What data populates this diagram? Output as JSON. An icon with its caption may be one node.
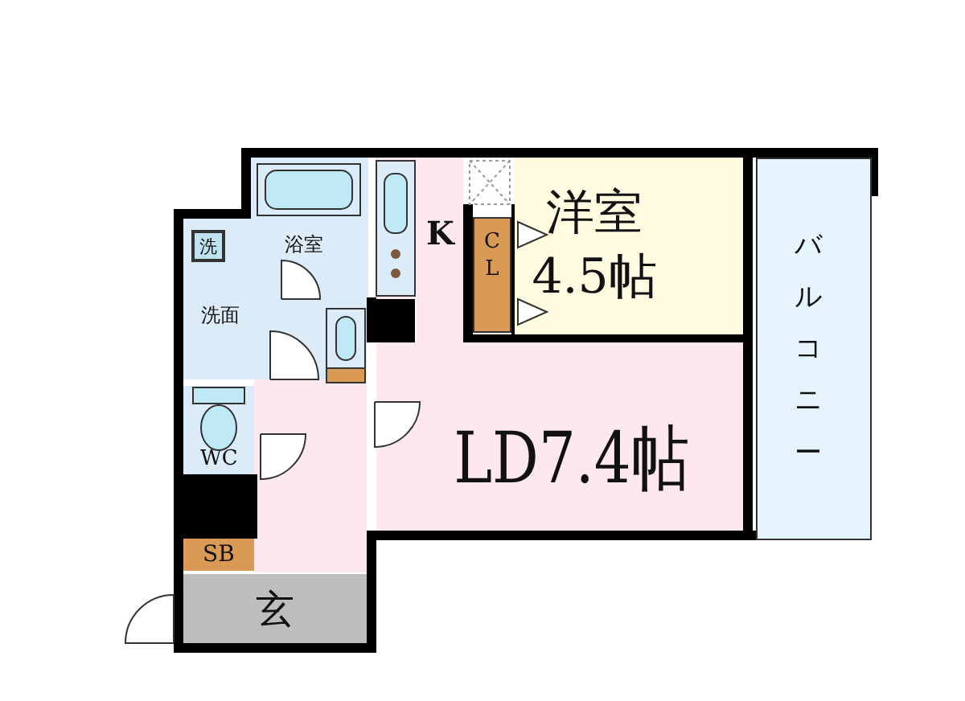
{
  "diagram": {
    "nodes": [
      {
        "text": [
          "浴室"
        ]
      },
      {
        "text": [
          "洗面"
        ]
      },
      {
        "text": [
          "洗"
        ],
        "in": 1
      },
      {
        "text": [
          "K"
        ]
      },
      {
        "text": [
          "CL"
        ]
      },
      {
        "text": [
          "洋室",
          "4.5帖"
        ]
      },
      {
        "text": [
          "バルコニー"
        ]
      },
      {
        "text": [
          "LD7.4帖"
        ]
      },
      {
        "text": [
          "WC"
        ]
      },
      {
        "text": [
          "SB"
        ]
      },
      {
        "text": [
          "玄"
        ]
      }
    ]
  }
}
